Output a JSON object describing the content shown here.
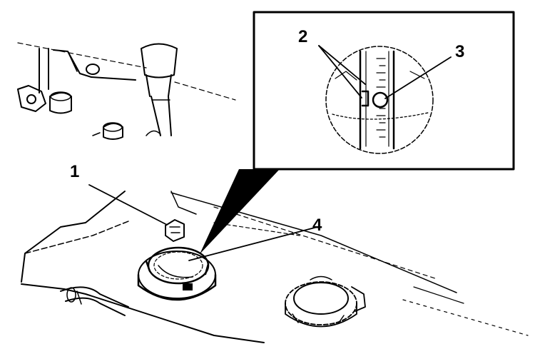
{
  "callouts": {
    "one": "1",
    "two": "2",
    "three": "3",
    "four": "4"
  },
  "colors": {
    "ink": "#000000",
    "paper": "#ffffff",
    "shade": "#9a9a9a"
  }
}
